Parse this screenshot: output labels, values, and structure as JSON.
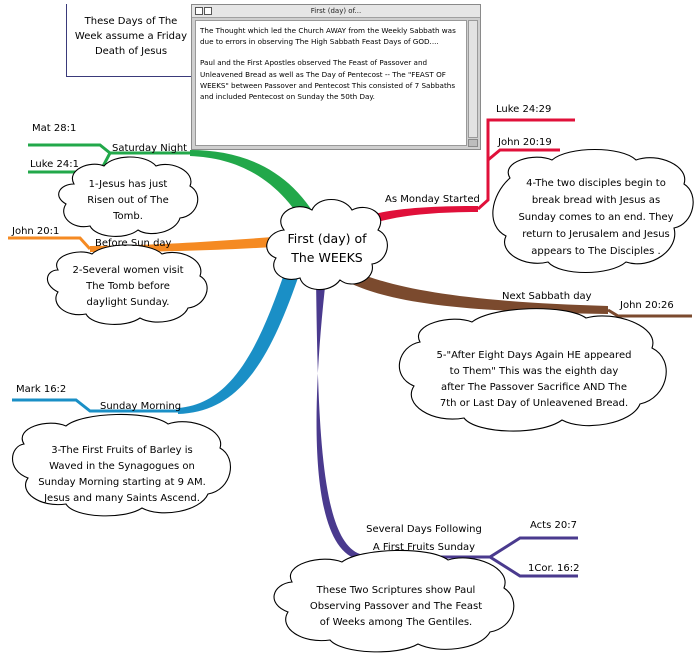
{
  "center": {
    "line1": "First (day) of",
    "line2": "The WEEKS"
  },
  "top_note": {
    "line1": "These Days of The",
    "line2": "Week assume a Friday",
    "line3": "Death of Jesus"
  },
  "note_window": {
    "title": "First (day) of...",
    "para1": "The Thought which led the Church AWAY from the Weekly Sabbath was due to errors in observing The High Sabbath Feast Days of GOD....",
    "para2": "Paul and the First Apostles observed The Feast of Passover and Unleavened Bread as well as The Day of Pentecost -- The \"FEAST OF WEEKS\" between Passover and Pentecost This consisted of 7 Sabbaths and included Pentecost on Sunday the 50th Day."
  },
  "branches": {
    "saturday_night": {
      "label": "Saturday Night",
      "refs": [
        "Mat 28:1",
        "Luke 24:1"
      ],
      "note": [
        "1-Jesus has just",
        "Risen out of The",
        "Tomb."
      ],
      "color": "#22a84a"
    },
    "before_sunday": {
      "label": "Before Sun day",
      "refs": [
        "John 20:1"
      ],
      "note": [
        "2-Several women visit",
        "The Tomb before",
        "daylight Sunday."
      ],
      "color": "#f58a22"
    },
    "sunday_morning": {
      "label": "Sunday Morning",
      "refs": [
        "Mark 16:2"
      ],
      "note": [
        "3-The First Fruits of Barley is",
        "Waved in the Synagogues on",
        "Sunday Morning starting at 9 AM.",
        "Jesus and many Saints Ascend."
      ],
      "color": "#1a8fc6"
    },
    "monday_started": {
      "label": "As Monday Started",
      "refs": [
        "Luke 24:29",
        "John 20:19"
      ],
      "note": [
        "4-The two disciples begin to",
        "break bread with Jesus as",
        "Sunday comes to an end. They",
        "return to Jerusalem and Jesus",
        "appears to The Disciples ."
      ],
      "color": "#e0103a"
    },
    "next_sabbath": {
      "label": "Next Sabbath day",
      "refs": [
        "John 20:26"
      ],
      "note": [
        "5-\"After Eight Days Again HE appeared",
        "to Them\" This was the eighth day",
        "after The Passover Sacrifice AND The",
        "7th or Last Day of Unleavened Bread."
      ],
      "color": "#7b4a2e"
    },
    "several_days": {
      "label1": "Several Days Following",
      "label2": "A First Fruits Sunday",
      "refs": [
        "Acts 20:7",
        "1Cor. 16:2"
      ],
      "note": [
        "These Two Scriptures show Paul",
        "Observing Passover and The Feast",
        "of Weeks among The Gentiles."
      ],
      "color": "#4a3a8e"
    }
  }
}
